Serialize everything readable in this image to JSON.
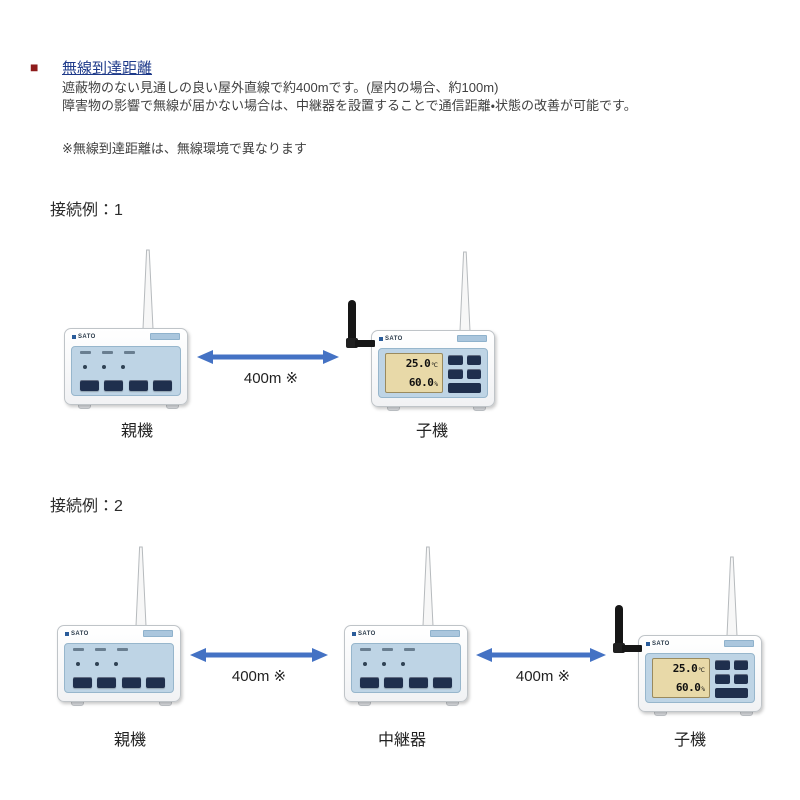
{
  "header": {
    "bullet": "■",
    "title": "無線到達距離",
    "lines": [
      "遮蔽物のない見通しの良い屋外直線で約400mです。(屋内の場合、約100m)",
      "障害物の影響で無線が届かない場合は、中継器を設置することで通信距離・状態の改善が可能です。"
    ],
    "note": "※無線到達距離は、無線環境で異なります"
  },
  "examples": [
    {
      "heading": "接続例：1",
      "devices": [
        {
          "type": "console",
          "label": "親機"
        },
        {
          "type": "logger",
          "label": "子機"
        }
      ],
      "links": [
        {
          "distance": "400m ※"
        }
      ]
    },
    {
      "heading": "接続例：2",
      "devices": [
        {
          "type": "console",
          "label": "親機"
        },
        {
          "type": "console",
          "label": "中継器"
        },
        {
          "type": "logger",
          "label": "子機"
        }
      ],
      "links": [
        {
          "distance": "400m ※"
        },
        {
          "distance": "400m ※"
        }
      ]
    }
  ],
  "device": {
    "brand": "SATO",
    "lcd": {
      "temperature": "25.0",
      "temperature_unit": "℃",
      "humidity": "60.0",
      "humidity_unit": "%"
    }
  },
  "colors": {
    "bullet": "#8e1b1b",
    "title": "#1e3a8a",
    "arrow": "#4472c4",
    "panel_blue": "#bed4e5",
    "lcd_background": "#e8d9a8",
    "button_navy": "#1f2f4d"
  }
}
